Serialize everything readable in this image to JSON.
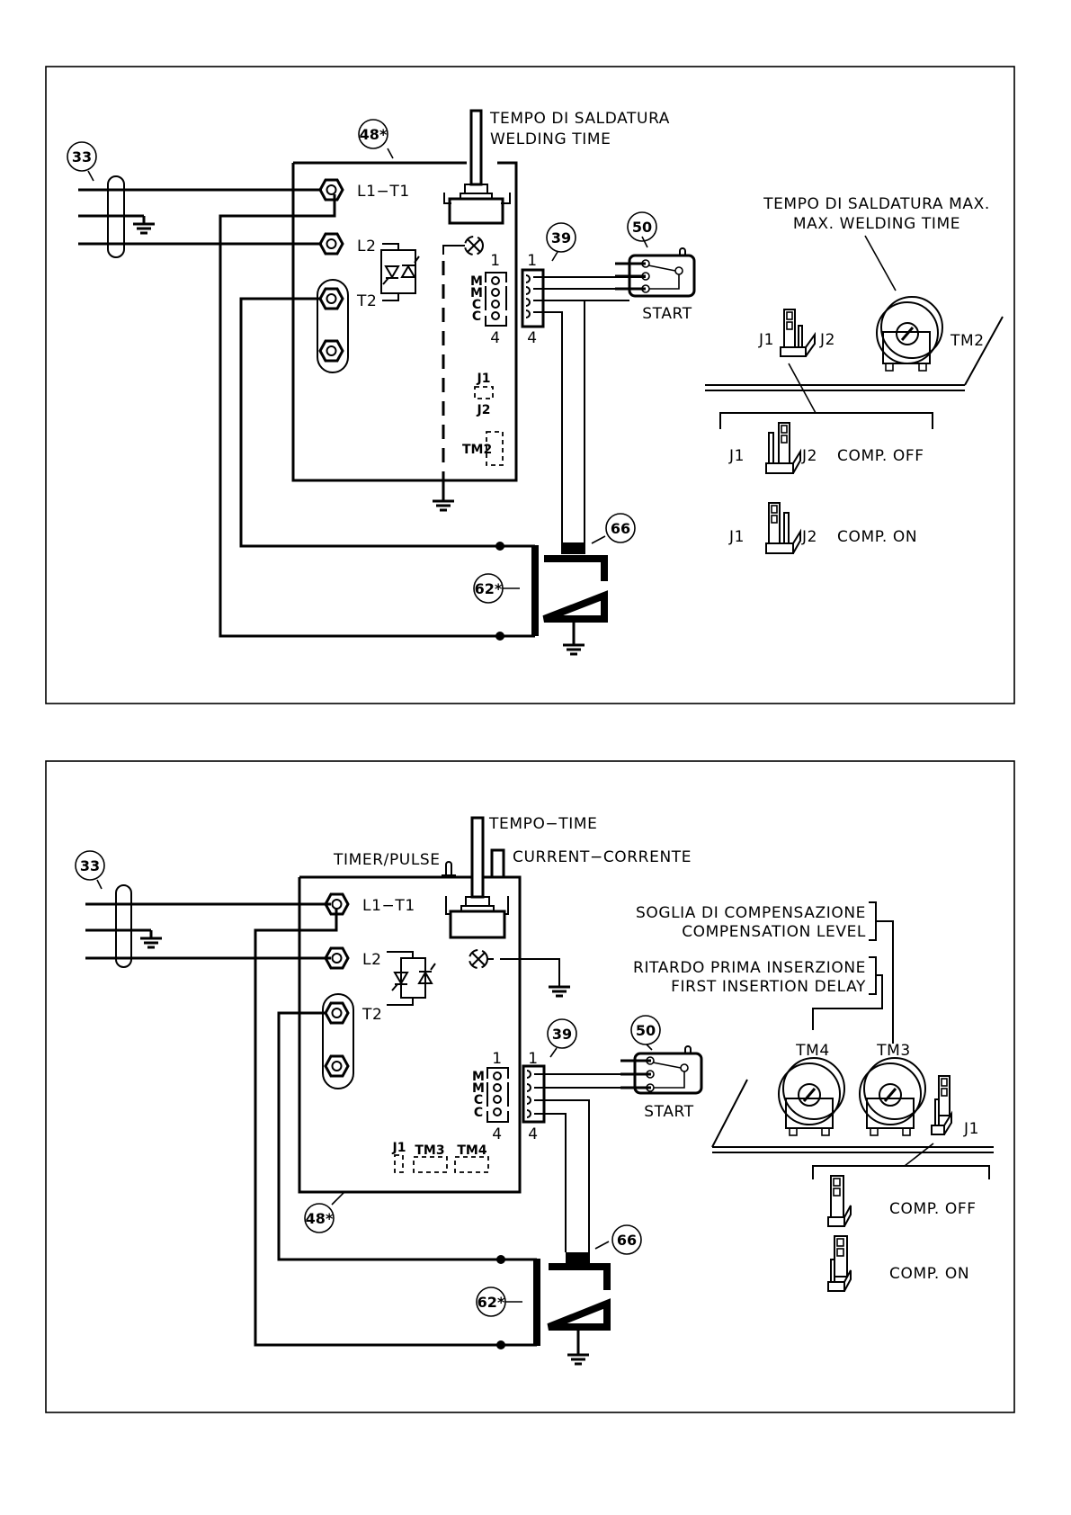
{
  "page": {
    "diagrams": [
      {
        "id": "top",
        "title_it": "TEMPO DI SALDATURA",
        "title_en": "WELDING TIME",
        "max_time_it": "TEMPO DI SALDATURA MAX.",
        "max_time_en": "MAX. WELDING TIME",
        "balloons": {
          "cable": "33",
          "board": "48*",
          "connector": "39",
          "switch": "50",
          "transformer": "62*",
          "sensor": "66"
        },
        "terminals": {
          "l1t1": "L1−T1",
          "l2": "L2",
          "t2": "T2"
        },
        "connector_pins": {
          "first": "1",
          "last": "4",
          "rows": [
            "M",
            "M",
            "C",
            "C"
          ]
        },
        "board_labels": {
          "j1": "J1",
          "j2": "J2",
          "tm2": "TM2"
        },
        "switch_label": "START",
        "jumper_detail": {
          "j1": "J1",
          "j2": "J2",
          "pot": "TM2",
          "options": [
            {
              "j1": "J1",
              "j2": "J2",
              "state": "COMP. OFF"
            },
            {
              "j1": "J1",
              "j2": "J2",
              "state": "COMP. ON"
            }
          ]
        }
      },
      {
        "id": "bottom",
        "tempo_time": "TEMPO−TIME",
        "timer_pulse": "TIMER/PULSE",
        "current": "CURRENT−CORRENTE",
        "comp_level_it": "SOGLIA DI COMPENSAZIONE",
        "comp_level_en": "COMPENSATION LEVEL",
        "delay_it": "RITARDO PRIMA INSERZIONE",
        "delay_en": "FIRST INSERTION DELAY",
        "balloons": {
          "cable": "33",
          "board": "48*",
          "connector": "39",
          "switch": "50",
          "transformer": "62*",
          "sensor": "66"
        },
        "terminals": {
          "l1t1": "L1−T1",
          "l2": "L2",
          "t2": "T2"
        },
        "connector_pins": {
          "first": "1",
          "last": "4",
          "rows": [
            "M",
            "M",
            "C",
            "C"
          ]
        },
        "board_labels": {
          "j1": "J1",
          "tm3": "TM3",
          "tm4": "TM4"
        },
        "switch_label": "START",
        "pots": {
          "tm4": "TM4",
          "tm3": "TM3",
          "j1": "J1"
        },
        "jumper_detail": {
          "options": [
            {
              "state": "COMP. OFF"
            },
            {
              "state": "COMP. ON"
            }
          ]
        }
      }
    ]
  }
}
